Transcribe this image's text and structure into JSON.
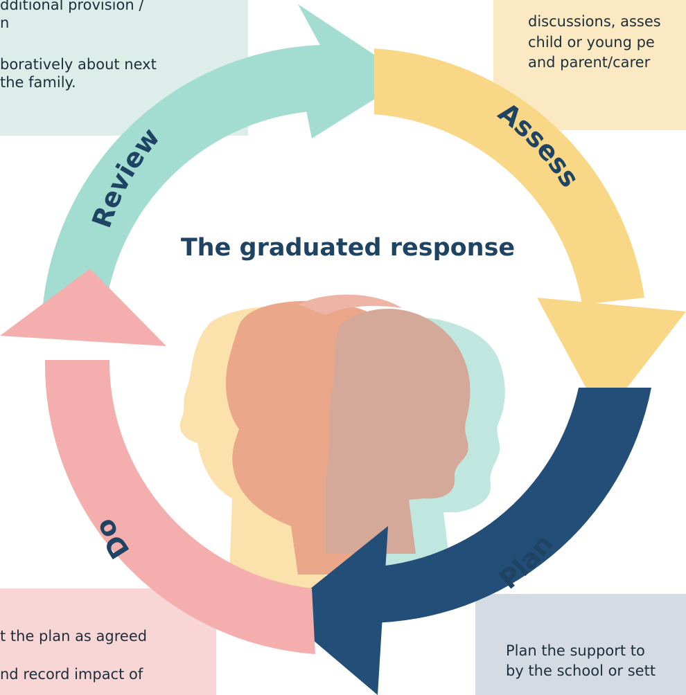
{
  "title": "The graduated response",
  "stages": {
    "review": "Review",
    "assess": "Assess",
    "plan": "Plan",
    "do": "Do"
  },
  "boxes": {
    "review": {
      "line1": "dditional provision /",
      "line2": "n",
      "line3": "boratively about next",
      "line4": "the family."
    },
    "assess": {
      "line0": "discussions, asses",
      "line1": "child or young pe",
      "line2": "and parent/carer"
    },
    "do": {
      "line1": "t the plan as agreed",
      "line2": "nd record impact of"
    },
    "plan": {
      "line1": "Plan the support to",
      "line2": "by the school or sett"
    }
  },
  "colors": {
    "review": "#a3ddd2",
    "assess": "#f8d887",
    "plan": "#224e77",
    "do": "#f4aeae",
    "text_dark": "#1f4463"
  }
}
